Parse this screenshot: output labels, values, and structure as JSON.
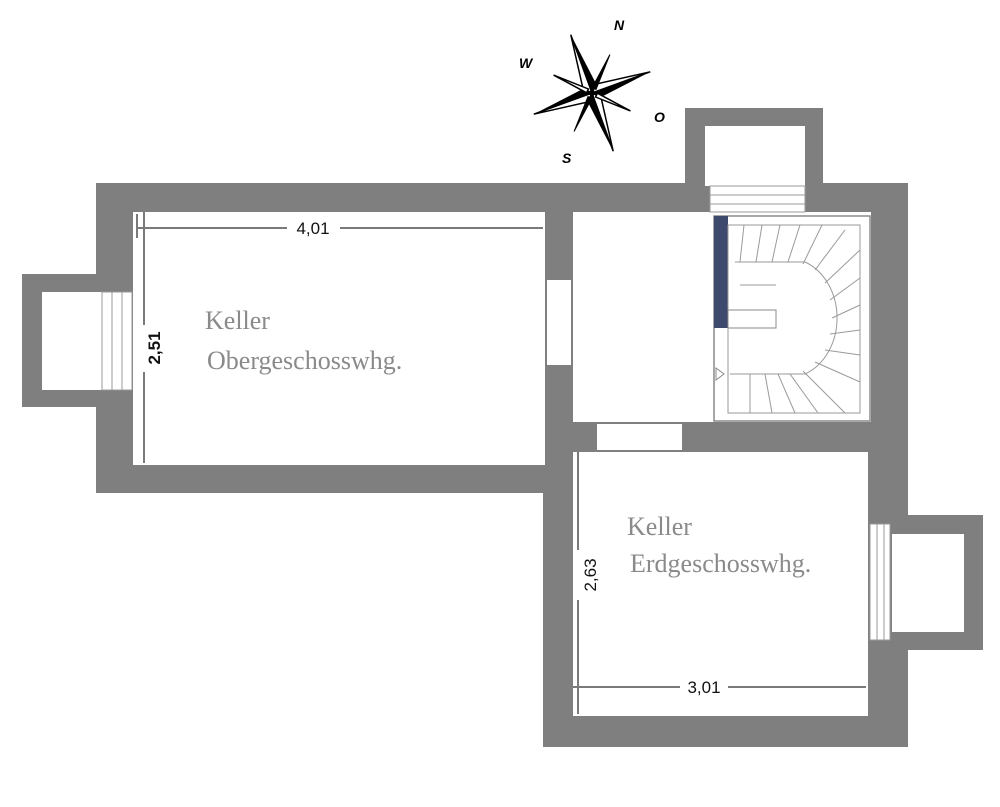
{
  "compass": {
    "north": "N",
    "east": "O",
    "south": "S",
    "west": "W"
  },
  "rooms": [
    {
      "line1": "Keller",
      "line2": "Obergeschosswhg."
    },
    {
      "line1": "Keller",
      "line2": "Erdgeschosswhg."
    }
  ],
  "dimensions": {
    "upper_width": "4,01",
    "upper_height": "2,51",
    "lower_height": "2,63",
    "lower_width": "3,01"
  },
  "colors": {
    "wall": "#7f7f7f",
    "stair_accent": "#3d4a6e",
    "label": "#8a8a8a"
  }
}
